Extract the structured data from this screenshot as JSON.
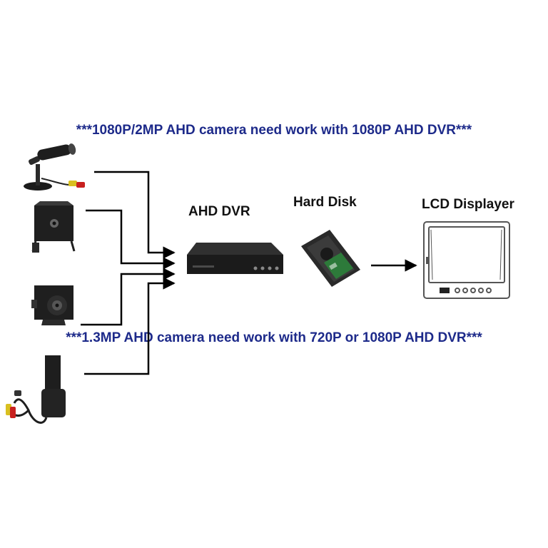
{
  "notes": {
    "top": "***1080P/2MP AHD camera need work with 1080P AHD DVR***",
    "bottom": "***1.3MP AHD camera need work with 720P or 1080P AHD DVR***"
  },
  "nodes": {
    "dvr": "AHD DVR",
    "disk": "Hard Disk",
    "lcd": "LCD Displayer"
  },
  "colors": {
    "note_text": "#1d2a8a",
    "line": "#000000",
    "device_dark": "#1b1b1b",
    "monitor_outline": "#555555"
  },
  "icons": [
    "bullet-camera-icon",
    "square-pinhole-camera-icon",
    "mini-pinhole-camera-icon",
    "tube-camera-icon",
    "dvr-recorder-icon",
    "hard-disk-icon",
    "lcd-monitor-icon"
  ]
}
